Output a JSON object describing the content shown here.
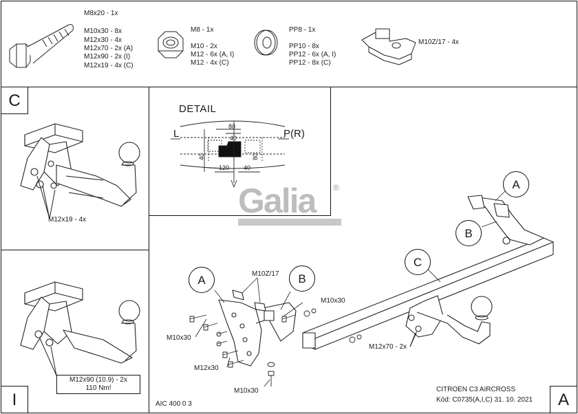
{
  "parts": {
    "bolt": {
      "l1": "M8x20 - 1x",
      "l2": "M10x30 - 8x",
      "l3": "M12x30 - 4x",
      "l4": "M12x70 - 2x (A)",
      "l5": "M12x90 - 2x (I)",
      "l6": "M12x19 - 4x (C)"
    },
    "nut": {
      "l1": "M8 - 1x",
      "l2": "M10 - 2x",
      "l3": "M12 - 6x (A, I)",
      "l4": "M12 - 4x (C)"
    },
    "washer": {
      "l1": "PP8 - 1x",
      "l2": "PP10 - 8x",
      "l3": "PP12 - 6x (A, I)",
      "l4": "PP12 - 8x (C)"
    },
    "clip": {
      "l1": "M10Z/17 - 4x"
    }
  },
  "variants": {
    "c": "C",
    "i": "I",
    "a": "A"
  },
  "callouts": {
    "c_bolts": "M12x19 - 4x",
    "i_bolts": "M12x90 (10.9) - 2x",
    "i_torque": "110 Nm!",
    "main_clip": "M10Z/17",
    "main_m10_right": "M10x30",
    "main_m10_left": "M10x30",
    "main_m12x30": "M12x30",
    "main_m10_bottom": "M10x30",
    "main_m12x70": "M12x70 - 2x"
  },
  "circles": {
    "a_top": "A",
    "b_top": "B",
    "c_bar": "C",
    "a_left": "A",
    "b_left": "B"
  },
  "detail": {
    "title": "DETAIL",
    "left": "L",
    "right": "P(R)",
    "dim_80_top": "80",
    "dim_40_top": "40",
    "dim_40_left": "40",
    "dim_120": "120",
    "dim_40_bottom": "40",
    "dim_80_right": "80"
  },
  "logo": {
    "text": "Galia",
    "reg": "®"
  },
  "footer": {
    "code_left": "AIC 400 0 3",
    "model": "CITROEN C3 AIRCROSS",
    "kod": "Kód: C0735(A,I,C)  31. 10. 2021"
  }
}
